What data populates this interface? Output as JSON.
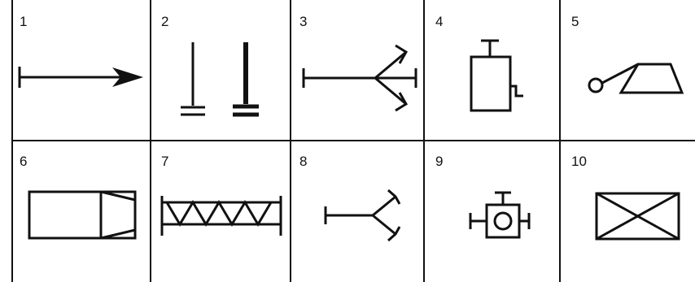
{
  "cells": [
    {
      "number": "1",
      "symbol": "arrow-symbol"
    },
    {
      "number": "2",
      "symbol": "grounding-rods-symbol"
    },
    {
      "number": "3",
      "symbol": "three-prong-split-symbol"
    },
    {
      "number": "4",
      "symbol": "pump-cylinder-symbol"
    },
    {
      "number": "5",
      "symbol": "trapezoid-with-circle-symbol"
    },
    {
      "number": "6",
      "symbol": "rectangle-with-end-box-symbol"
    },
    {
      "number": "7",
      "symbol": "truss-symbol"
    },
    {
      "number": "8",
      "symbol": "two-prong-split-symbol"
    },
    {
      "number": "9",
      "symbol": "circle-in-square-symbol"
    },
    {
      "number": "10",
      "symbol": "crossed-box-symbol"
    }
  ],
  "colors": {
    "ink": "#111111",
    "background": "#ffffff"
  }
}
